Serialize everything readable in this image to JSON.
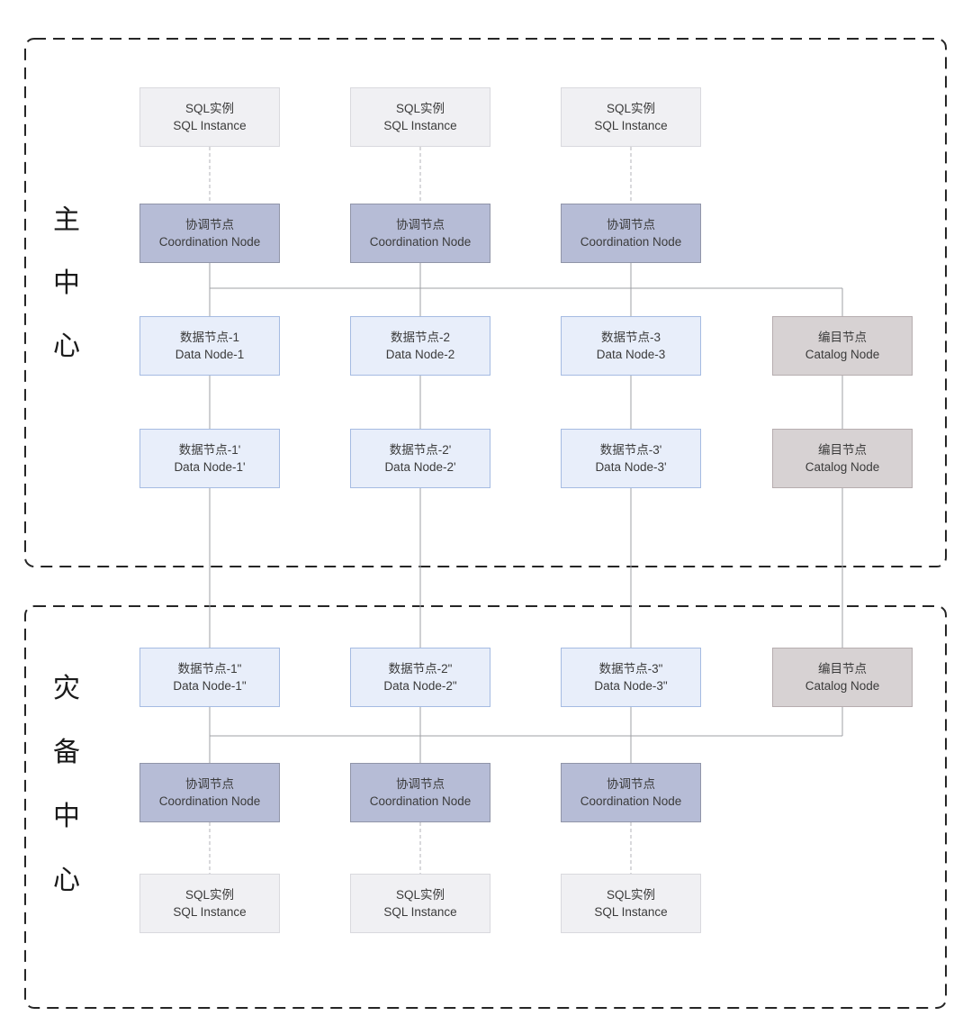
{
  "diagram": {
    "centers": {
      "primary": {
        "label": "主中心",
        "chars": [
          "主",
          "中",
          "心"
        ]
      },
      "dr": {
        "label": "灾备中心",
        "chars": [
          "灾",
          "备",
          "中",
          "心"
        ]
      }
    },
    "labels": {
      "sql": {
        "zh": "SQL实例",
        "en": "SQL Instance"
      },
      "coordination": {
        "zh": "协调节点",
        "en": "Coordination Node"
      },
      "catalog": {
        "zh": "编目节点",
        "en": "Catalog Node"
      },
      "data_primary": [
        {
          "zh": "数据节点-1",
          "en": "Data Node-1"
        },
        {
          "zh": "数据节点-2",
          "en": "Data Node-2"
        },
        {
          "zh": "数据节点-3",
          "en": "Data Node-3"
        }
      ],
      "data_standby": [
        {
          "zh": "数据节点-1'",
          "en": "Data Node-1'"
        },
        {
          "zh": "数据节点-2'",
          "en": "Data Node-2'"
        },
        {
          "zh": "数据节点-3'",
          "en": "Data Node-3'"
        }
      ],
      "data_dr": [
        {
          "zh": "数据节点-1\"",
          "en": "Data Node-1\""
        },
        {
          "zh": "数据节点-2\"",
          "en": "Data Node-2\""
        },
        {
          "zh": "数据节点-3\"",
          "en": "Data Node-3\""
        }
      ]
    },
    "colors": {
      "sql_fill": "#f0f0f3",
      "sql_border": "#d9d9de",
      "coord_fill": "#b6bcd6",
      "coord_border": "#9095a8",
      "data_fill": "#e8eefa",
      "data_border": "#a5bbe2",
      "catalog_fill": "#d7d2d3",
      "catalog_border": "#b6adaf",
      "line": "#9fa0a5",
      "line_dashed": "#b3b3b8",
      "container_border": "#262626",
      "text": "#3b3b3b",
      "center_label": "#1a1a1a"
    }
  }
}
